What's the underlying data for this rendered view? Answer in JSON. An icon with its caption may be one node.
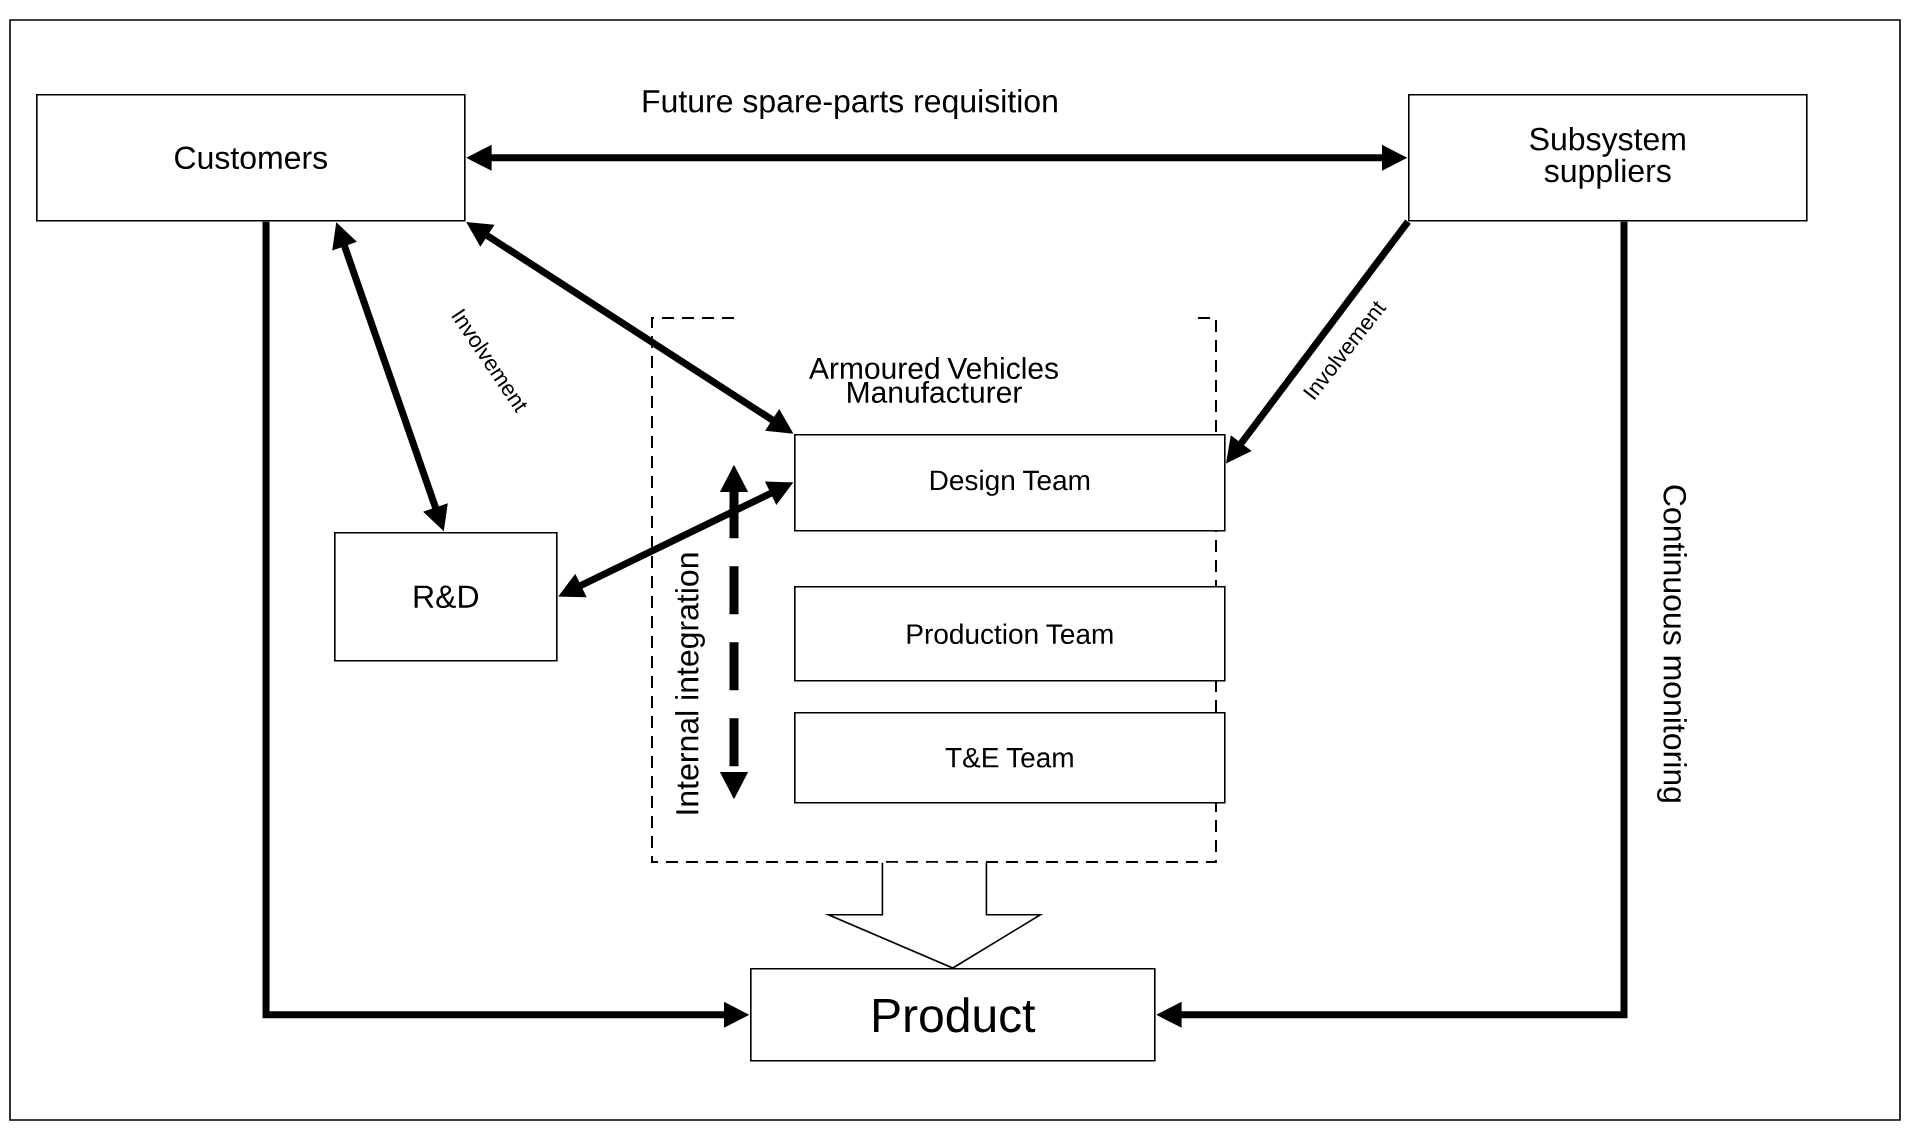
{
  "diagram": {
    "nodes": [
      {
        "text": [
          "Customers"
        ]
      },
      {
        "text": [
          "Subsystem suppliers"
        ]
      },
      {
        "text": [
          "Armoured Vehicles Manufacturer"
        ]
      },
      {
        "text": [
          "Design Team"
        ],
        "in": 2
      },
      {
        "text": [
          "R&D"
        ]
      },
      {
        "text": [
          "Production Team"
        ],
        "in": 2
      },
      {
        "text": [
          "T&E Team"
        ],
        "in": 2
      },
      {
        "text": [
          "Product"
        ]
      }
    ],
    "edges": [
      {
        "from": 0,
        "to": 1,
        "arrow": "both",
        "label": "Future spare-parts requisition"
      },
      {
        "from": 0,
        "to": 4,
        "arrow": "both"
      },
      {
        "from": 0,
        "to": 3,
        "arrow": "both"
      },
      {
        "from": 4,
        "to": 3,
        "arrow": "both"
      },
      {
        "from": 1,
        "to": 3,
        "arrow": "to",
        "label": "Involvement"
      },
      {
        "from": 0,
        "to": 7,
        "arrow": "to"
      },
      {
        "from": 1,
        "to": 7,
        "arrow": "to",
        "label": "Continuous monitoring"
      },
      {
        "from": 2,
        "to": 7,
        "arrow": "to",
        "style": "thick"
      }
    ],
    "labels": [
      "Involvement",
      "Internal integration"
    ]
  }
}
